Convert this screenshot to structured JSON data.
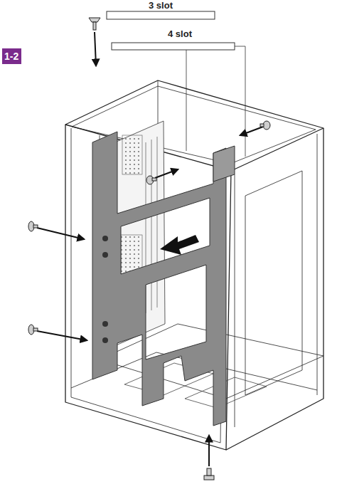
{
  "diagram": {
    "nodes": [
      {
        "text": [
          "1-2"
        ]
      }
    ],
    "labels": [
      "3 slot",
      "4 slot"
    ]
  }
}
